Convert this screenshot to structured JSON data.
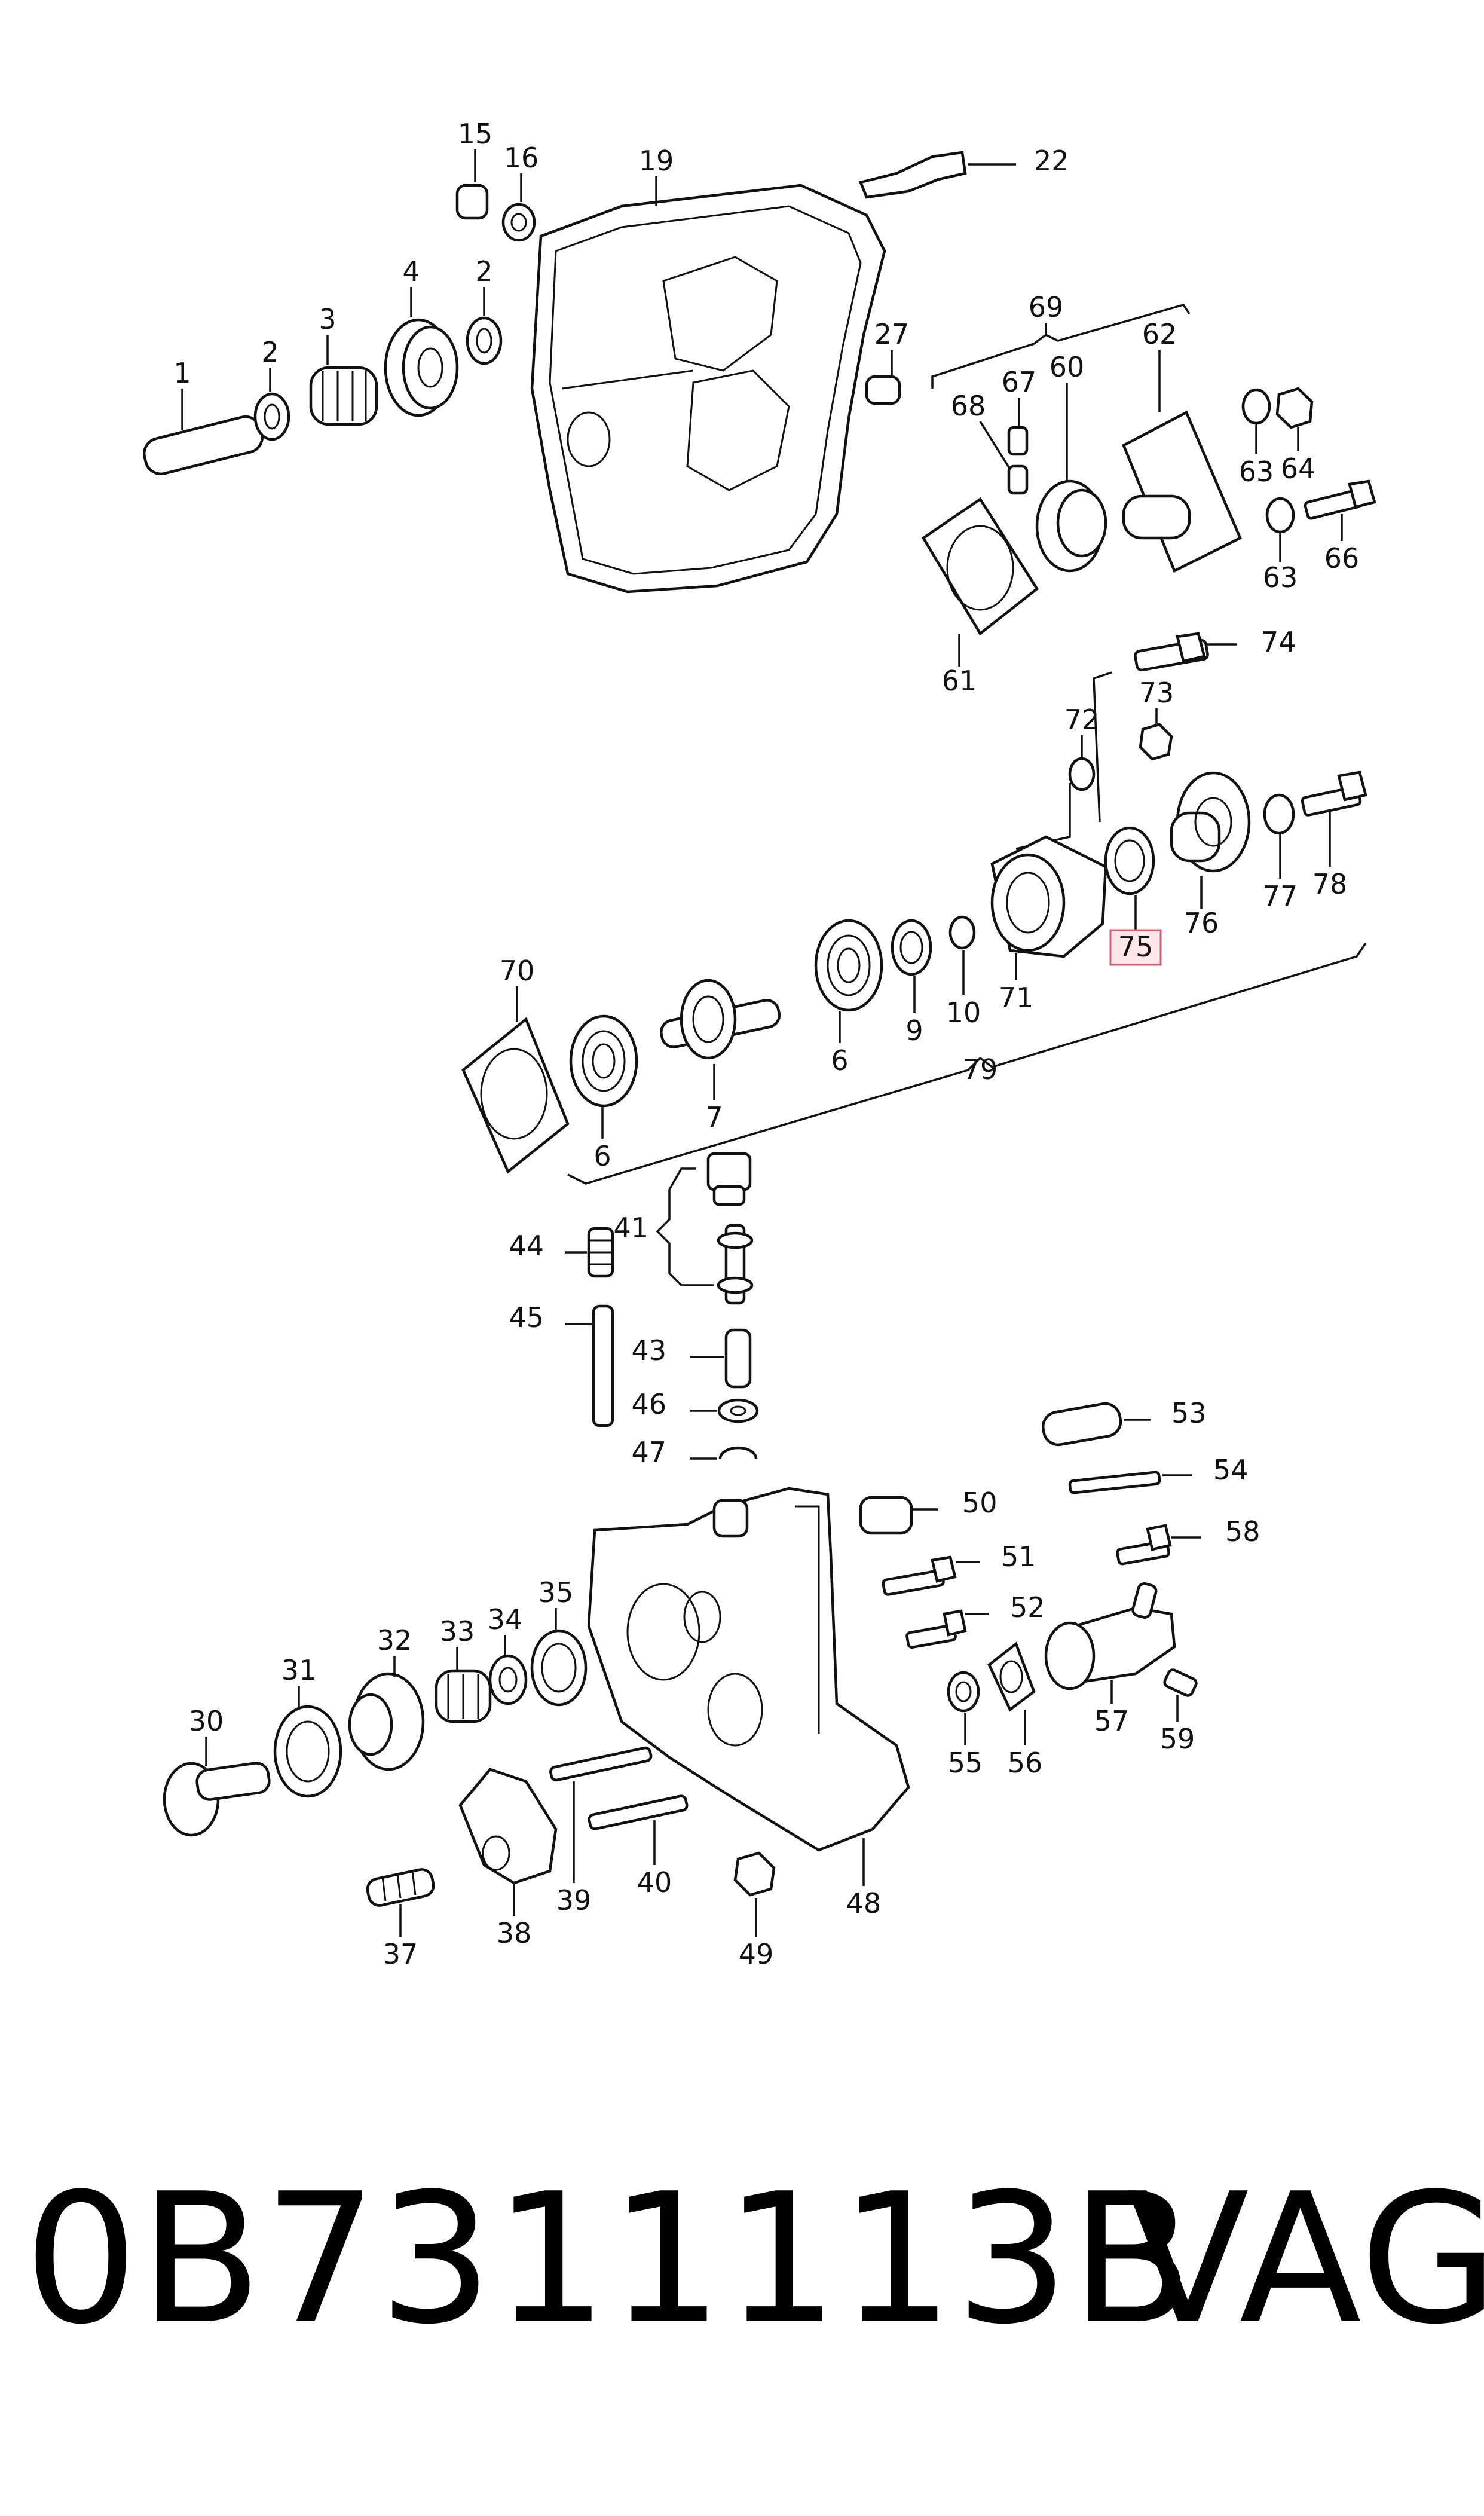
{
  "callouts": [
    "1",
    "2",
    "3",
    "4",
    "2",
    "15",
    "16",
    "19",
    "22",
    "27",
    "69",
    "62",
    "60",
    "67",
    "68",
    "61",
    "63",
    "64",
    "63",
    "66",
    "74",
    "73",
    "72",
    "78",
    "77",
    "76",
    "75",
    "71",
    "10",
    "9",
    "6",
    "79",
    "70",
    "7",
    "6",
    "41",
    "44",
    "45",
    "43",
    "46",
    "47",
    "53",
    "54",
    "50",
    "51",
    "58",
    "52",
    "57",
    "55",
    "56",
    "59",
    "30",
    "31",
    "32",
    "33",
    "34",
    "35",
    "37",
    "38",
    "39",
    "40",
    "48",
    "49"
  ],
  "highlighted_callout": "75",
  "caption": {
    "part_number": "0B7311113B",
    "brand": "VAG"
  },
  "colors": {
    "line": "#111111",
    "highlight_fill": "#fde7ea",
    "highlight_border": "#e05c72",
    "background": "#ffffff"
  }
}
